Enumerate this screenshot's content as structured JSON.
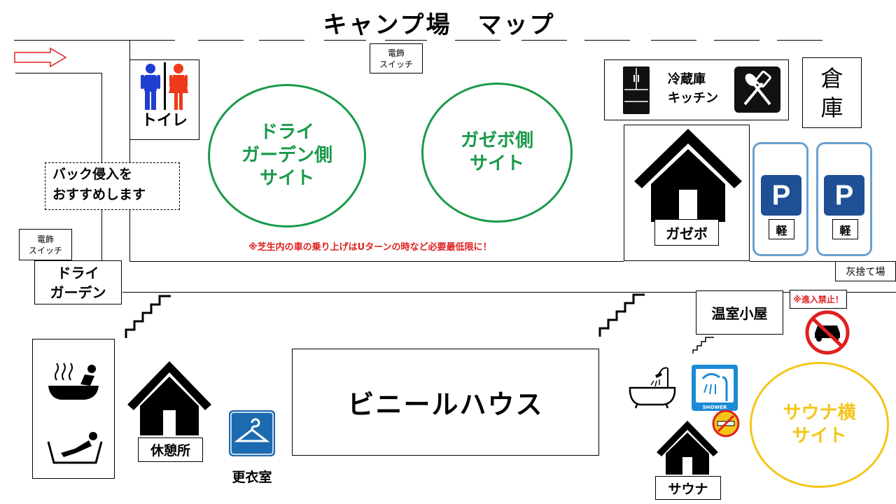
{
  "title": "キャンプ場　マップ",
  "labels": {
    "switch_top": "電飾\nスイッチ",
    "switch_left": "電飾\nスイッチ",
    "toilet": "トイレ",
    "back_entry": "バック侵入を\nおすすめします",
    "dry_garden": "ドライ\nガーデン",
    "fridge_kitchen": "冷蔵庫\nキッチン",
    "storage": "倉\n庫",
    "gazebo": "ガゼボ",
    "kei": "軽",
    "ash": "灰捨て場",
    "no_entry": "※進入禁止！",
    "greenhouse_hut": "温室小屋",
    "vinyl_house": "ビニールハウス",
    "rest_area": "休憩所",
    "changing_room": "更衣室",
    "sauna": "サウナ",
    "shower_small": "SHOWER"
  },
  "sites": {
    "dry_garden_site": "ドライ\nガーデン側\nサイト",
    "gazebo_site": "ガゼボ側\nサイト",
    "sauna_site": "サウナ横\nサイト"
  },
  "notice": "※芝生内の車の乗り上げはUターンの時など必要最低限に！",
  "parking_letter": "P",
  "colors": {
    "site_green": "#1a9a4a",
    "sauna_yellow": "#f5c518",
    "parking_blue": "#1f4f95",
    "parking_border": "#6aa0d0",
    "warning_red": "#e02020",
    "male_blue": "#1f3fd0",
    "female_red": "#ee3a1a",
    "arrow_red": "#e02020"
  },
  "icons": [
    "entry-arrow-icon",
    "toilet-icon",
    "fridge-icon",
    "kitchen-icon",
    "house-icon",
    "parking-icon",
    "no-car-icon",
    "bath-icon",
    "shower-icon",
    "hanger-icon",
    "no-smoking-icon",
    "stairs-icon"
  ]
}
